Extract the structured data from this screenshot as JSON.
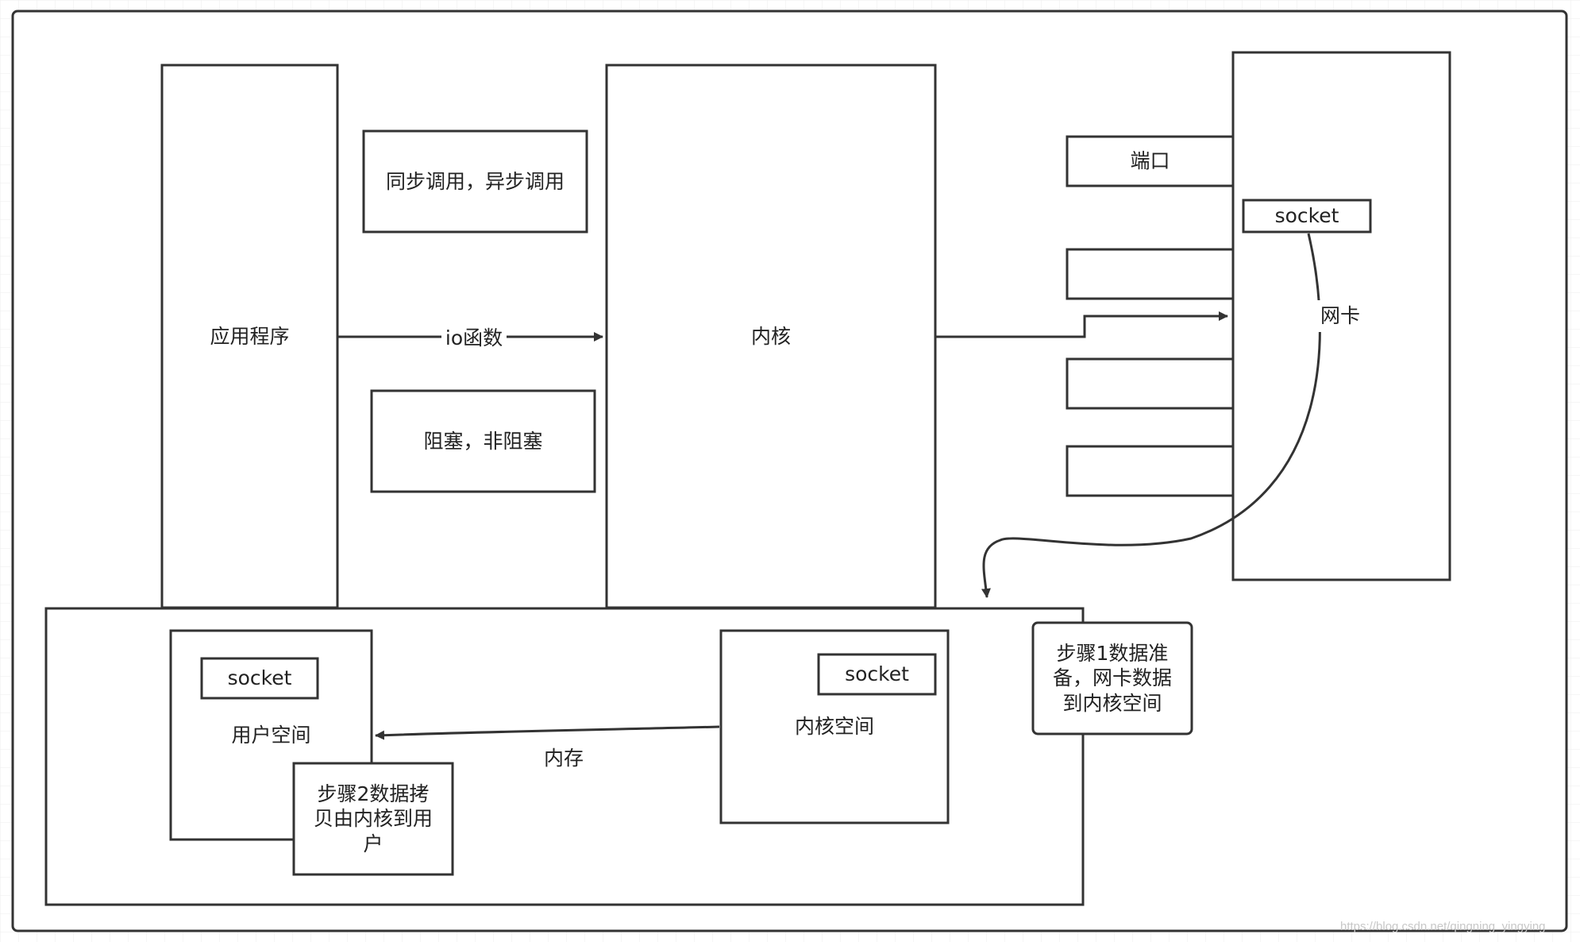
{
  "labels": {
    "app": "应用程序",
    "sync_async": "同步调用，异步调用",
    "io_func": "io函数",
    "block_nonblock": "阻塞，非阻塞",
    "kernel": "内核",
    "port": "端口",
    "nic_socket": "socket",
    "nic": "网卡",
    "user_socket": "socket",
    "user_space": "用户空间",
    "step2": "步骤2数据拷\n贝由内核到用\n户",
    "memory": "内存",
    "kernel_socket": "socket",
    "kernel_space": "内核空间",
    "step1": "步骤1数据准\n备，网卡数据\n到内核空间"
  },
  "watermark": "https://blog.csdn.net/qingning_yingying"
}
